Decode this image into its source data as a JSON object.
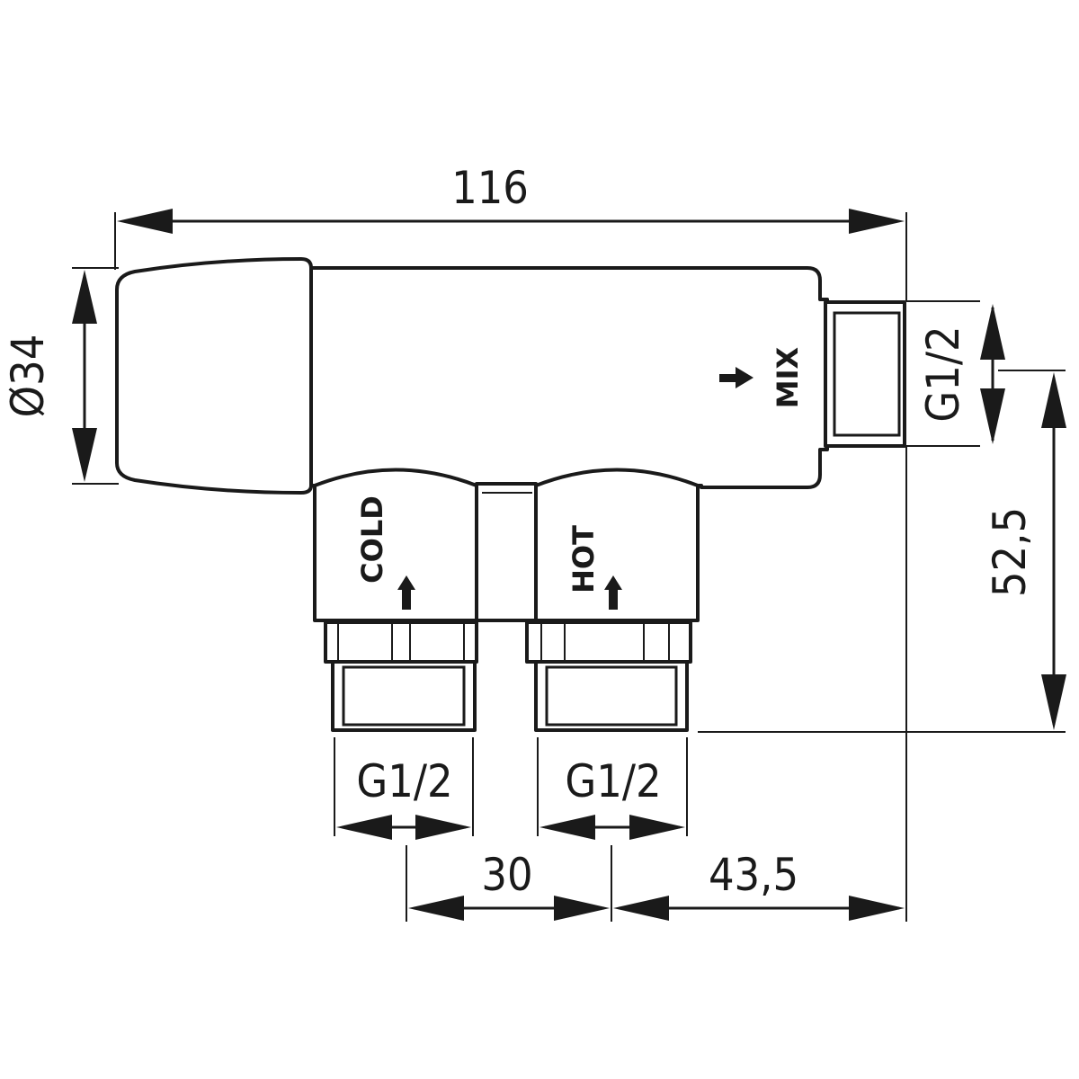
{
  "dimensions": {
    "total_length": "116",
    "body_diameter": "Ø34",
    "outlet_thread": "G1/2",
    "outlet_height": "52,5",
    "cold_thread": "G1/2",
    "hot_thread": "G1/2",
    "inlet_spacing": "30",
    "hot_to_end": "43,5"
  },
  "labels": {
    "mix": "MIX",
    "cold": "COLD",
    "hot": "HOT"
  },
  "icons": {
    "mix_flow": "arrow-right-icon",
    "cold_flow": "arrow-up-icon",
    "hot_flow": "arrow-up-icon"
  }
}
